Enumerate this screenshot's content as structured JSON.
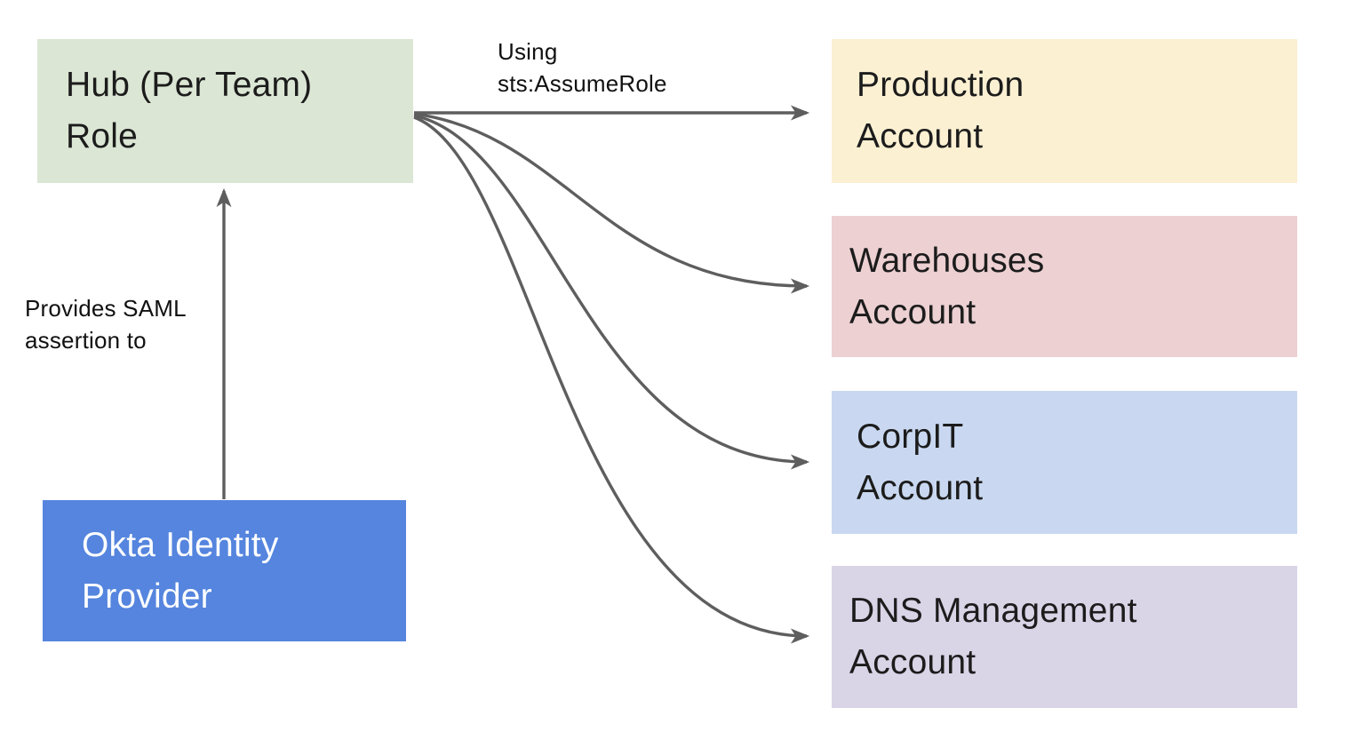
{
  "nodes": {
    "hub": {
      "line1": "Hub (Per Team)",
      "line2": "Role",
      "color": "#DBE6D4"
    },
    "okta": {
      "line1": "Okta Identity",
      "line2": "Provider",
      "color": "#5585DE"
    },
    "production": {
      "line1": "Production",
      "line2": "Account",
      "color": "#FBF0D2"
    },
    "warehouses": {
      "line1": "Warehouses",
      "line2": "Account",
      "color": "#ECD0D2"
    },
    "corpit": {
      "line1": "CorpIT",
      "line2": "Account",
      "color": "#C9D8F0"
    },
    "dns": {
      "line1": "DNS Management",
      "line2": "Account",
      "color": "#DAD4E7"
    }
  },
  "edge_labels": {
    "sts": {
      "line1": "Using",
      "line2": "sts:AssumeRole"
    },
    "saml": {
      "line1": "Provides SAML",
      "line2": "assertion to"
    }
  },
  "colors": {
    "arrow": "#5E5E5E",
    "text": "#1C1C1C",
    "okta_text": "#FFFFFF",
    "background": "#FFFFFF"
  }
}
